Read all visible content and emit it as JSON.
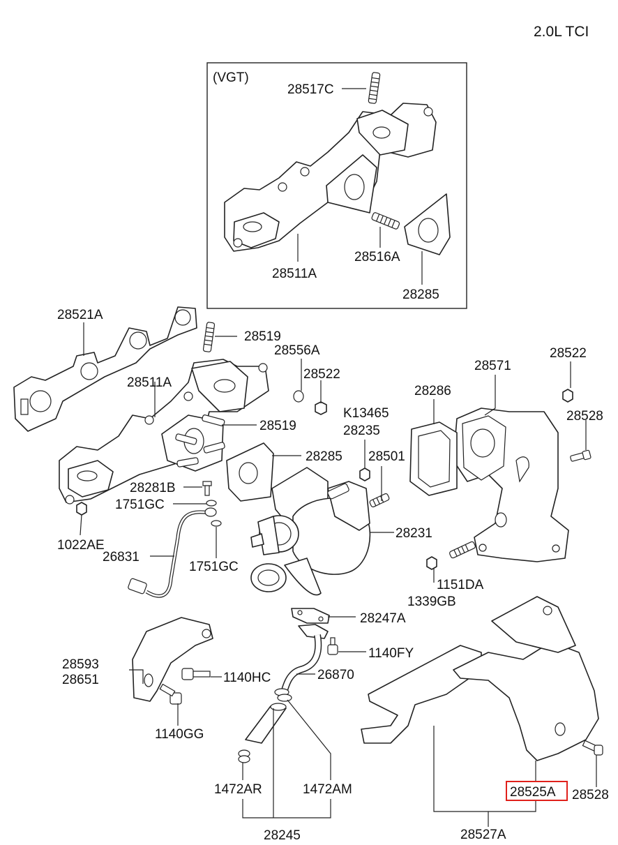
{
  "engine": "2.0L TCI",
  "vgt_box_label": "(VGT)",
  "highlight_color": "#e0201b",
  "labels": {
    "l28517C": "28517C",
    "l28511A_vgt": "28511A",
    "l28516A": "28516A",
    "l28285_vgt": "28285",
    "l28521A": "28521A",
    "l28519_top": "28519",
    "l28556A": "28556A",
    "l28522_mid": "28522",
    "l28511A": "28511A",
    "l28519_mid": "28519",
    "l28571": "28571",
    "l28522_right": "28522",
    "l28286": "28286",
    "lK13465": "K13465",
    "l28235": "28235",
    "l28528_top": "28528",
    "l28285": "28285",
    "l28501": "28501",
    "l28281B": "28281B",
    "l1751GC_top": "1751GC",
    "l28231": "28231",
    "l1022AE": "1022AE",
    "l26831": "26831",
    "l1751GC_bot": "1751GC",
    "l1151DA": "1151DA",
    "l1339GB": "1339GB",
    "l28247A": "28247A",
    "l1140FY": "1140FY",
    "l28593": "28593",
    "l28651": "28651",
    "l1140HC": "1140HC",
    "l26870": "26870",
    "l1140GG": "1140GG",
    "l28525A": "28525A",
    "l28528_bot": "28528",
    "l1472AR": "1472AR",
    "l1472AM": "1472AM",
    "l28245": "28245",
    "l28527A": "28527A"
  }
}
